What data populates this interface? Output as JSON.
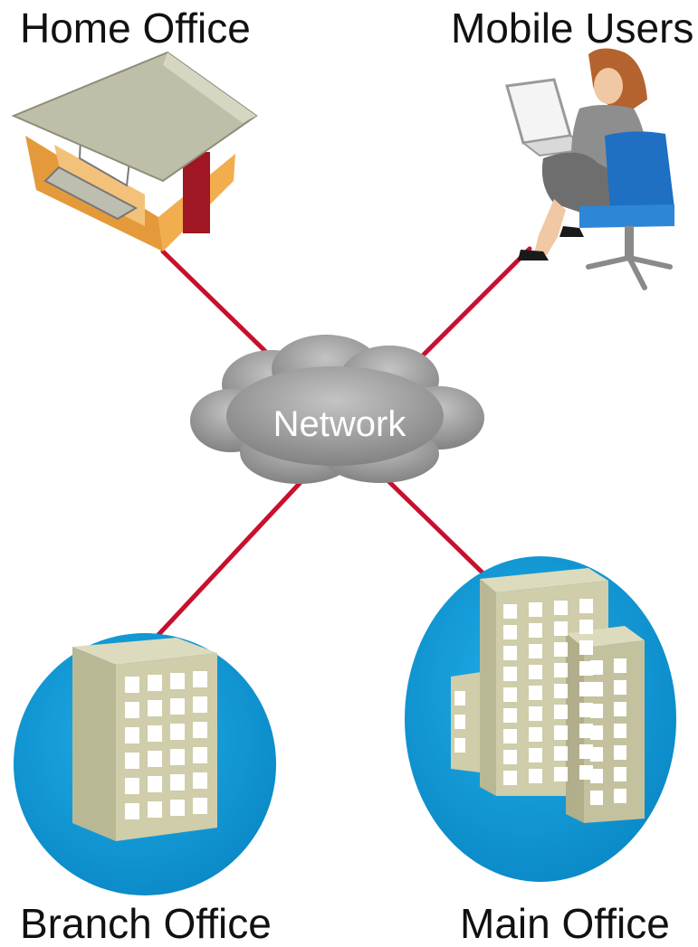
{
  "nodes": {
    "home_office": "Home Office",
    "mobile_users": "Mobile Users",
    "network": "Network",
    "branch_office": "Branch Office",
    "main_office": "Main Office"
  },
  "colors": {
    "link": "#c8102e",
    "cloud": "#9a9a9a",
    "circle": "#0e9bd9",
    "building": "#c9c8a8"
  }
}
